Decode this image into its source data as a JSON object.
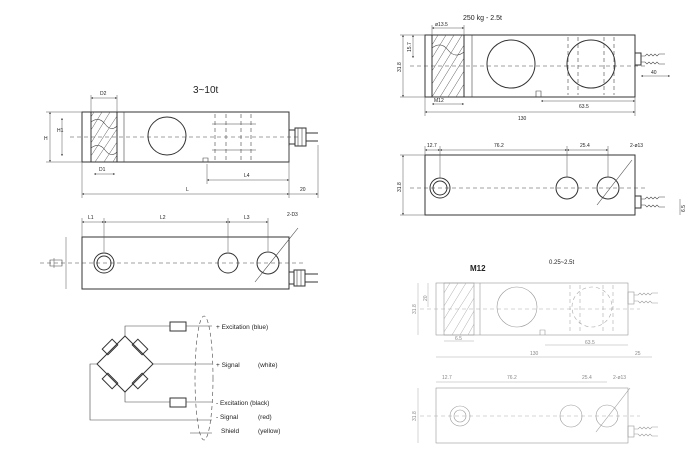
{
  "left_drawing": {
    "title": "3~10t",
    "dims": {
      "d2": "D2",
      "h": "H",
      "h1": "H1",
      "d1": "D1",
      "l": "L",
      "l_small": "L4",
      "twenty": "20",
      "l1": "L1",
      "l2": "L2",
      "l3": "L3",
      "hole": "2-D3"
    }
  },
  "wiring": {
    "exc_plus": "+ Excitation (blue)",
    "sig_plus_label": "+ Signal",
    "sig_plus_color": "(white)",
    "exc_minus": "- Excitation (black)",
    "sig_minus_label": "- Signal",
    "sig_minus_color": "(red)",
    "shield_label": "Shield",
    "shield_color": "(yellow)"
  },
  "top_right": {
    "title": "250 kg - 2.5t",
    "dims": {
      "d13": "ø13.5",
      "h157": "15.7",
      "h318": "31.8",
      "m12": "M12",
      "d40": "40",
      "d635": "63.5",
      "d130": "130",
      "d127": "12.7",
      "d762": "76.2",
      "d254": "25.4",
      "hole": "2-ø13",
      "v318": "31.8",
      "d65": "6.5"
    }
  },
  "bottom_right": {
    "m12": "M12",
    "title": "0.25~2.5t",
    "dims": {
      "h20": "20",
      "h318": "31.8",
      "d65": "6.5",
      "d635": "63.5",
      "d130": "130",
      "d25": "25",
      "d127": "12.7",
      "d762": "76.2",
      "d254": "25.4",
      "hole": "2-ø13",
      "v318": "31.8"
    }
  }
}
